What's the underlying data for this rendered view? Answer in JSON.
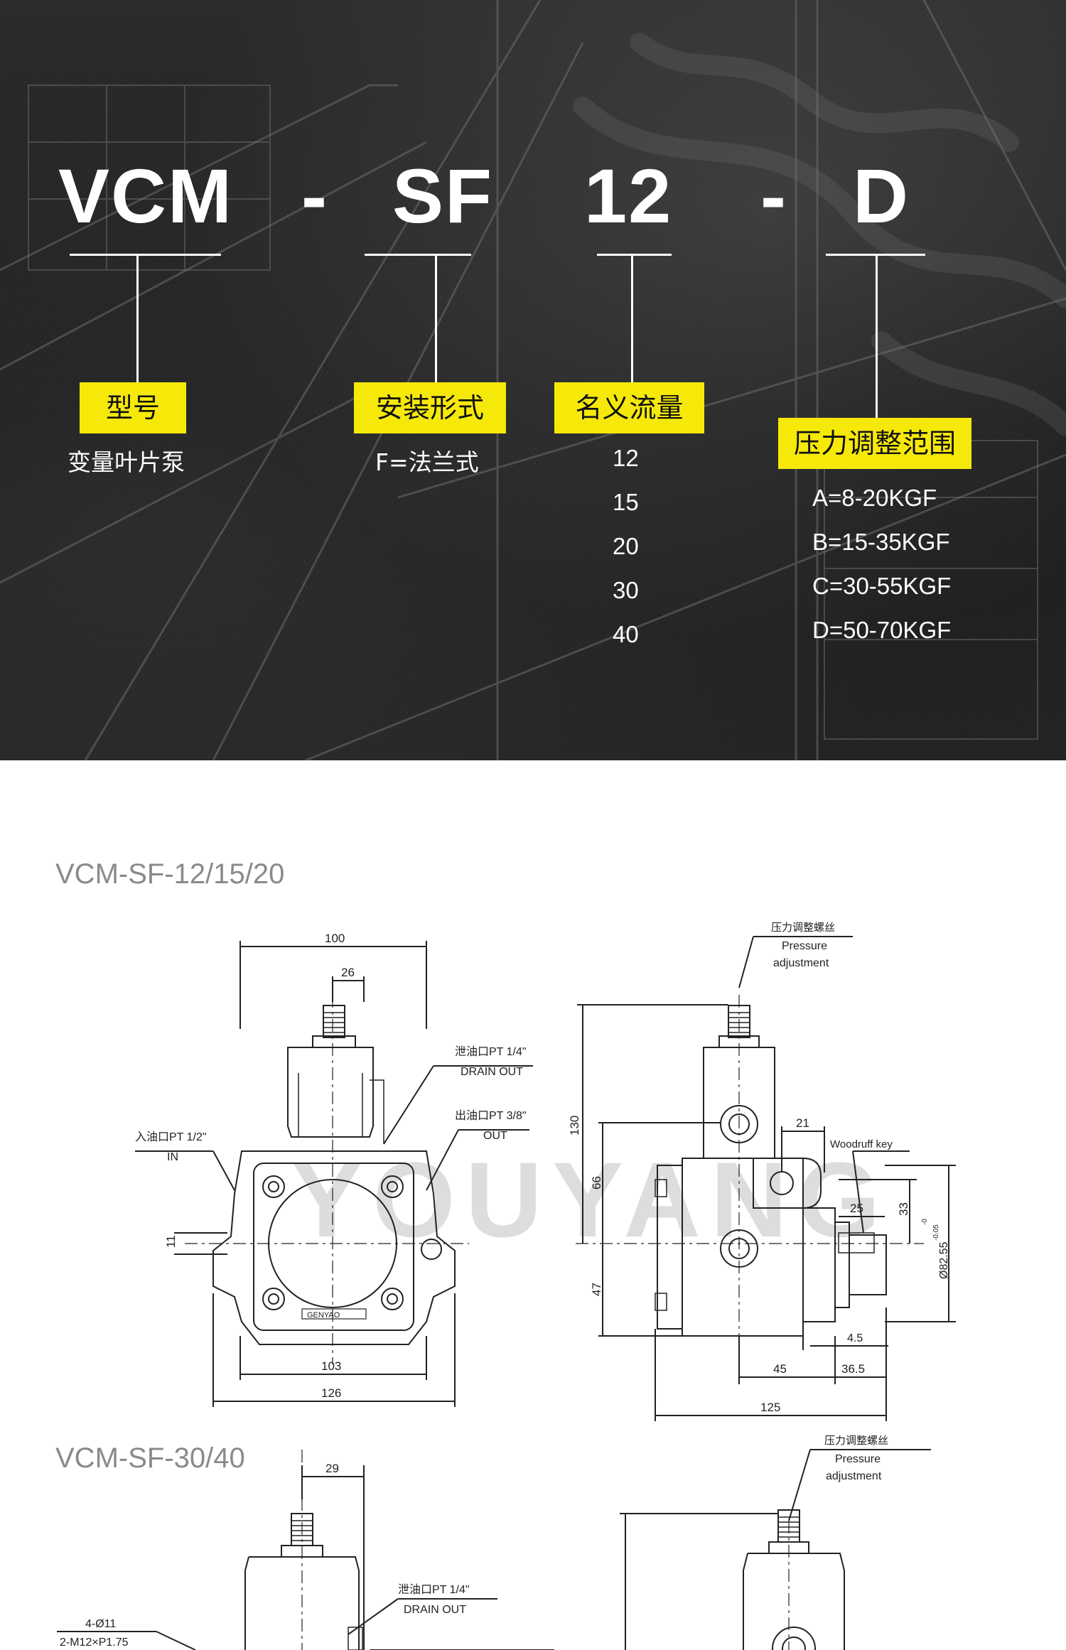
{
  "hero": {
    "code": {
      "part1": "VCM",
      "dash1": "-",
      "part2": "SF",
      "part3": "12",
      "dash2": "-",
      "part4": "D"
    },
    "model": {
      "label": "型号",
      "desc": "变量叶片泵"
    },
    "mounting": {
      "label": "安装形式",
      "desc": "F=法兰式"
    },
    "flow": {
      "label": "名义流量",
      "values": [
        "12",
        "15",
        "20",
        "30",
        "40"
      ]
    },
    "pressure": {
      "label": "压力调整范围",
      "values": [
        "A=8-20KGF",
        "B=15-35KGF",
        "C=30-55KGF",
        "D=50-70KGF"
      ]
    }
  },
  "drawing1": {
    "title": "VCM-SF-12/15/20",
    "watermark": "YOUYANG",
    "front": {
      "dim_width_top": "100",
      "dim_shaft": "26",
      "drain": "泄油口PT 1/4\"",
      "drain_en": "DRAIN OUT",
      "outlet": "出油口PT 3/8\"",
      "outlet_en": "OUT",
      "inlet": "入油口PT 1/2\"",
      "inlet_en": "IN",
      "dim_11": "11",
      "dim_103": "103",
      "dim_126": "126",
      "brand": "GENYAO"
    },
    "side": {
      "pressure_cn": "压力调整螺丝",
      "pressure_en1": "Pressure",
      "pressure_en2": "adjustment",
      "dim_130": "130",
      "dim_66": "66",
      "dim_47": "47",
      "dim_21": "21",
      "key": "Woodruff  key",
      "dim_25": "25",
      "dim_33": "33",
      "dim_dia": "Ø82.55",
      "dim_tol": "-0.05",
      "dim_tol0": "-0",
      "dim_45_small": "4.5",
      "dim_45": "45",
      "dim_365": "36.5",
      "dim_125": "125"
    }
  },
  "drawing2": {
    "title": "VCM-SF-30/40",
    "front": {
      "dim_29": "29",
      "drain": "泄油口PT 1/4\"",
      "drain_en": "DRAIN OUT",
      "holes": "4-Ø11",
      "thread": "2-M12×P1.75"
    },
    "side": {
      "pressure_cn": "压力调整螺丝",
      "pressure_en1": "Pressure",
      "pressure_en2": "adjustment"
    }
  }
}
